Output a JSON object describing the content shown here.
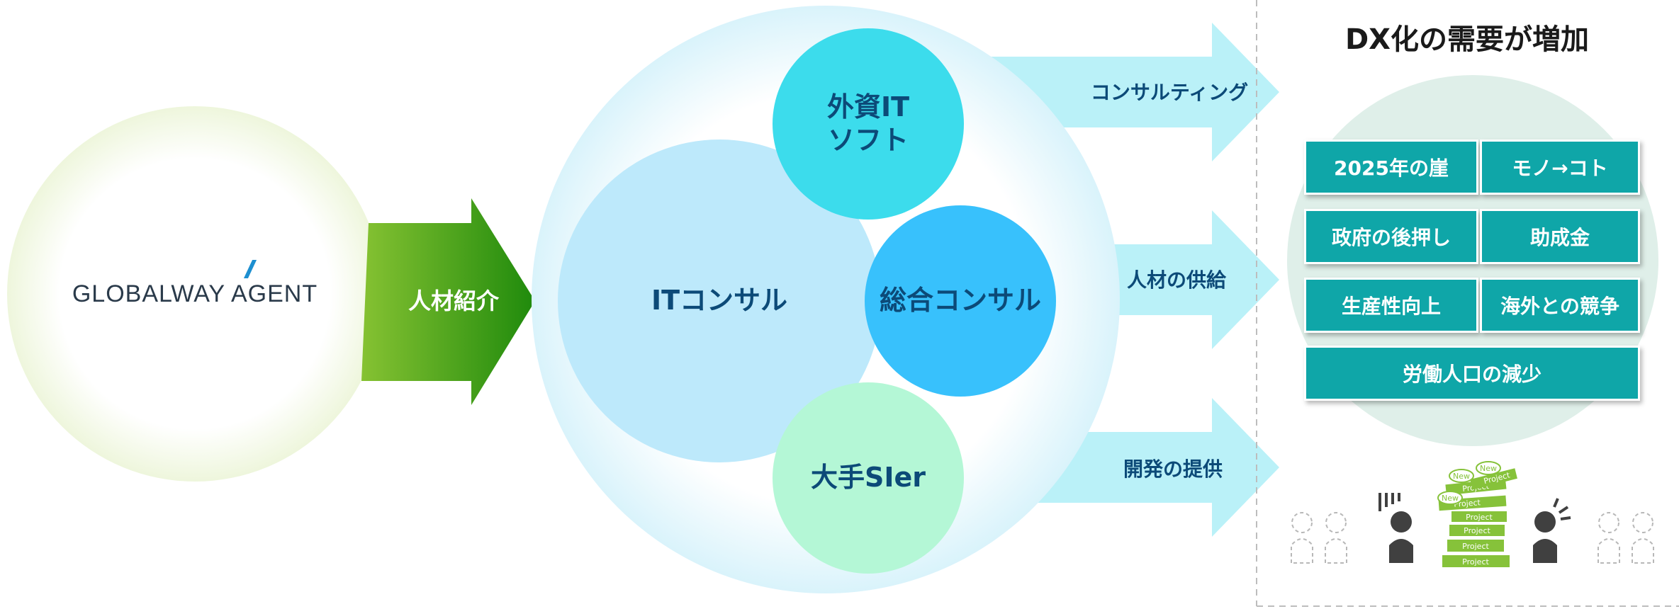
{
  "brand": {
    "logo_text": "GLOBALWAY AGENT"
  },
  "diagram": {
    "arrow_label": "人材紹介",
    "circles": {
      "it_consul": "ITコンサル",
      "foreign_it": "外資IT\nソフト",
      "general_consul": "総合コンサル",
      "sier": "大手SIer"
    },
    "outputs": [
      "コンサルティング",
      "人材の供給",
      "開発の提供"
    ]
  },
  "dx_panel": {
    "title": "DX化の需要が増加",
    "tiles": [
      "2025年の崖",
      "モノ→コト",
      "政府の後押し",
      "助成金",
      "生産性向上",
      "海外との競争",
      "労働人口の減少"
    ]
  },
  "illustration": {
    "new_label": "New",
    "project_label": "Project"
  },
  "colors": {
    "arrow_green": "#2a8a14",
    "tile_teal": "#0fa6a8",
    "light_cyan": "#baf1f8",
    "navy_text": "#0c4a78",
    "cyan_circle": "#3cdcec",
    "blue_circle": "#38c1fc",
    "mint_circle": "#b4f7d6",
    "light_blue_circle": "#bde9fb",
    "project_green": "#86c23a"
  }
}
